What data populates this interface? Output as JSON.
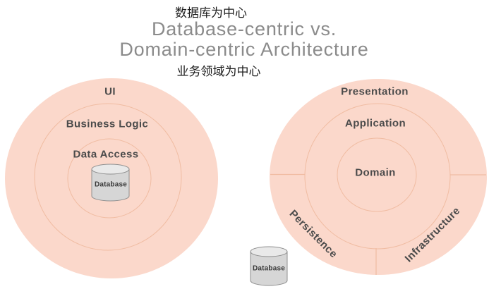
{
  "header": {
    "label_top_cn": "数据库为中心",
    "title_line1": "Database-centric vs.",
    "title_line2": "Domain-centric Architecture",
    "label_bottom_cn": "业务领域为中心"
  },
  "database_centric_diagram": {
    "layers": [
      "UI",
      "Business Logic",
      "Data Access"
    ],
    "database_label": "Database"
  },
  "domain_centric_diagram": {
    "layers": [
      "Presentation",
      "Application",
      "Domain"
    ],
    "outer_sectors": [
      "Persistence",
      "Infrastructure"
    ],
    "database_label": "Database"
  },
  "colors": {
    "circle_fill": "#fbd8cb",
    "circle_stroke": "#f0bca2",
    "layer_label_text": "#4b4b4b",
    "title_text": "#8b8b8b",
    "cn_label_text": "#1c1c1c",
    "cylinder_body": "#d6d6d6",
    "cylinder_top": "#e9e9e9",
    "cylinder_stroke": "#8f8f8f",
    "background": "#ffffff"
  }
}
